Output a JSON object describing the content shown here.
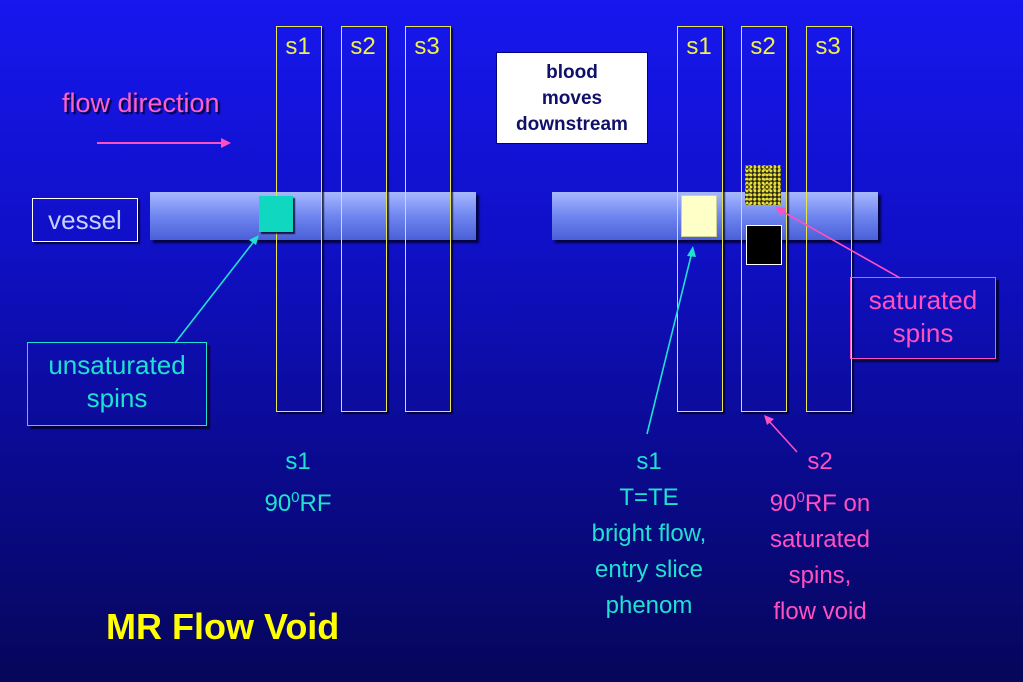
{
  "title": "MR Flow Void",
  "flow_direction_label": "flow direction",
  "vessel_label": "vessel",
  "blood_box": [
    "blood",
    "moves",
    "downstream"
  ],
  "slices_left": [
    "s1",
    "s2",
    "s3"
  ],
  "slices_right": [
    "s1",
    "s2",
    "s3"
  ],
  "unsaturated_label": [
    "unsaturated",
    "spins"
  ],
  "saturated_label": [
    "saturated",
    "spins"
  ],
  "caption_left": {
    "line1": "s1",
    "line2_num": "90",
    "line2_sup": "0",
    "line2_rest": "RF"
  },
  "caption_mid": [
    "s1",
    "T=TE",
    "bright flow,",
    "entry slice",
    "phenom"
  ],
  "caption_right": {
    "line1": "s2",
    "line2_num": "90",
    "line2_sup": "0",
    "line2_rest": "RF on",
    "line3": "saturated",
    "line4": "spins,",
    "line5": "flow void"
  },
  "colors": {
    "slice_border": "#e8e84a",
    "cyan_text": "#20e0d0",
    "pink_text": "#ff50c0",
    "title_yellow": "#ffff00",
    "unsaturated_block": "#10d8c0",
    "bright_block": "#ffffc8"
  }
}
